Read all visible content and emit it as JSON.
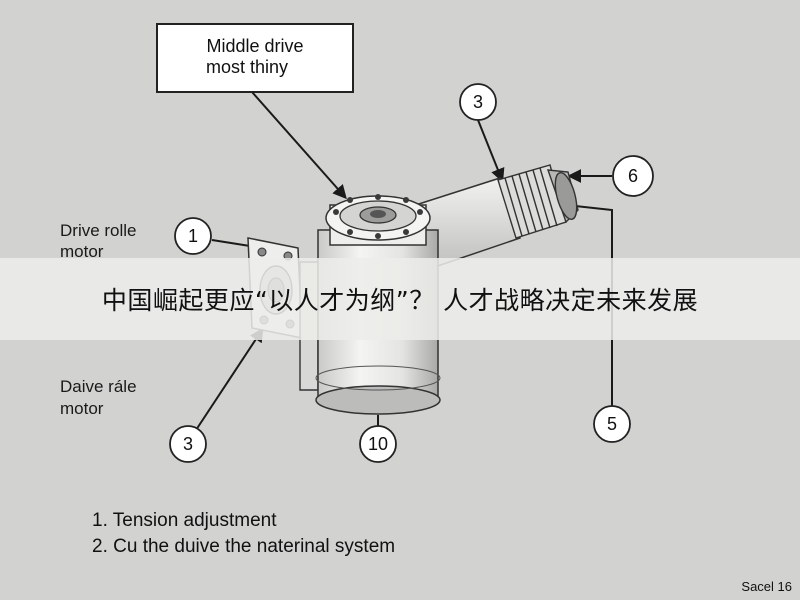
{
  "title_box": {
    "line1": "Middle drive",
    "line2": "most thiny"
  },
  "callouts": {
    "upper_left": {
      "line1": "Drive rolle",
      "line2": "motor"
    },
    "lower_left": {
      "line1": "Daive rále",
      "line2": "motor"
    }
  },
  "numbers": {
    "n1": "1",
    "n3_top": "3",
    "n6": "6",
    "n3_bottom": "3",
    "n10": "10",
    "n5": "5"
  },
  "banner": {
    "text": "中国崛起更应“以人才为纲”？ 人才战略决定未来发展"
  },
  "notes": [
    "1. Tension adjustment",
    "2. Cu the duive the naterinal system"
  ],
  "page_label": "Sacel 16"
}
